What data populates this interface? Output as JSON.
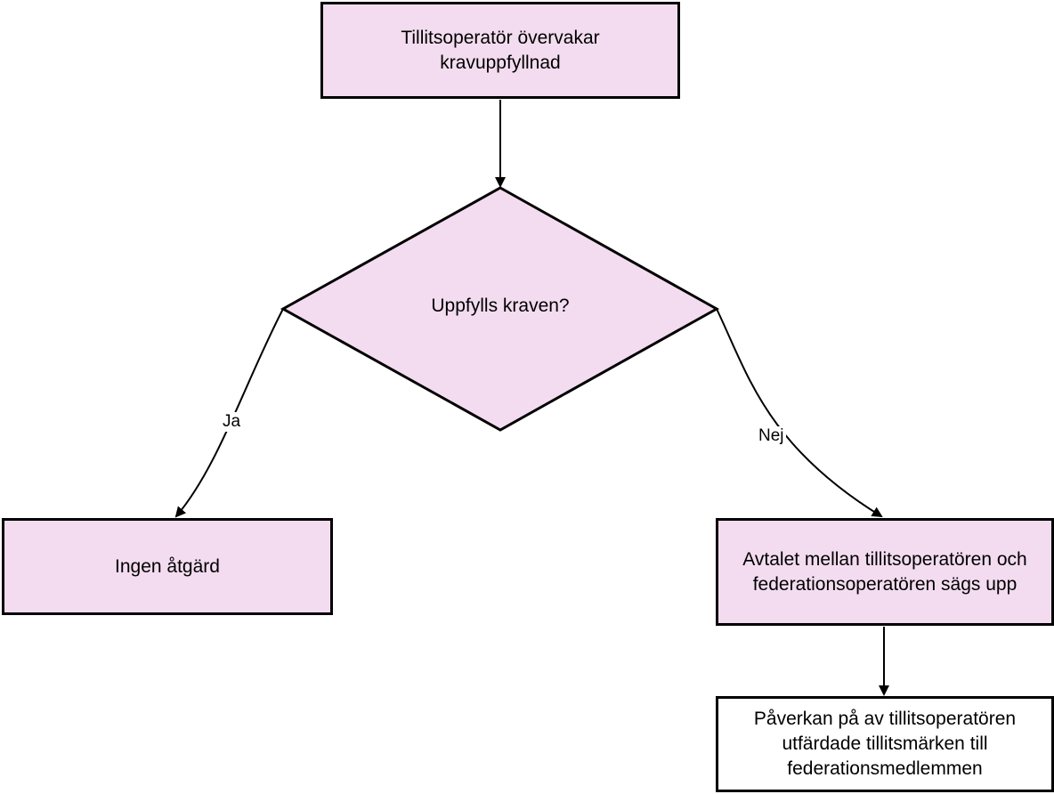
{
  "colors": {
    "fill_process": "#f3dcef",
    "fill_impact": "#ffffff",
    "stroke": "#000000"
  },
  "nodes": {
    "start": {
      "lines": [
        "Tillitsoperatör övervakar",
        "kravuppfyllnad"
      ]
    },
    "decision": {
      "label": "Uppfylls kraven?"
    },
    "no_action": {
      "lines": [
        "Ingen åtgärd"
      ]
    },
    "terminate": {
      "lines": [
        "Avtalet mellan tillitsoperatören och",
        "federationsoperatören sägs upp"
      ]
    },
    "impact": {
      "lines": [
        "Påverkan på av tillitsoperatören",
        "utfärdade tillitsmärken till",
        "federationsmedlemmen"
      ]
    }
  },
  "edges": {
    "yes_label": "Ja",
    "no_label": "Nej"
  }
}
